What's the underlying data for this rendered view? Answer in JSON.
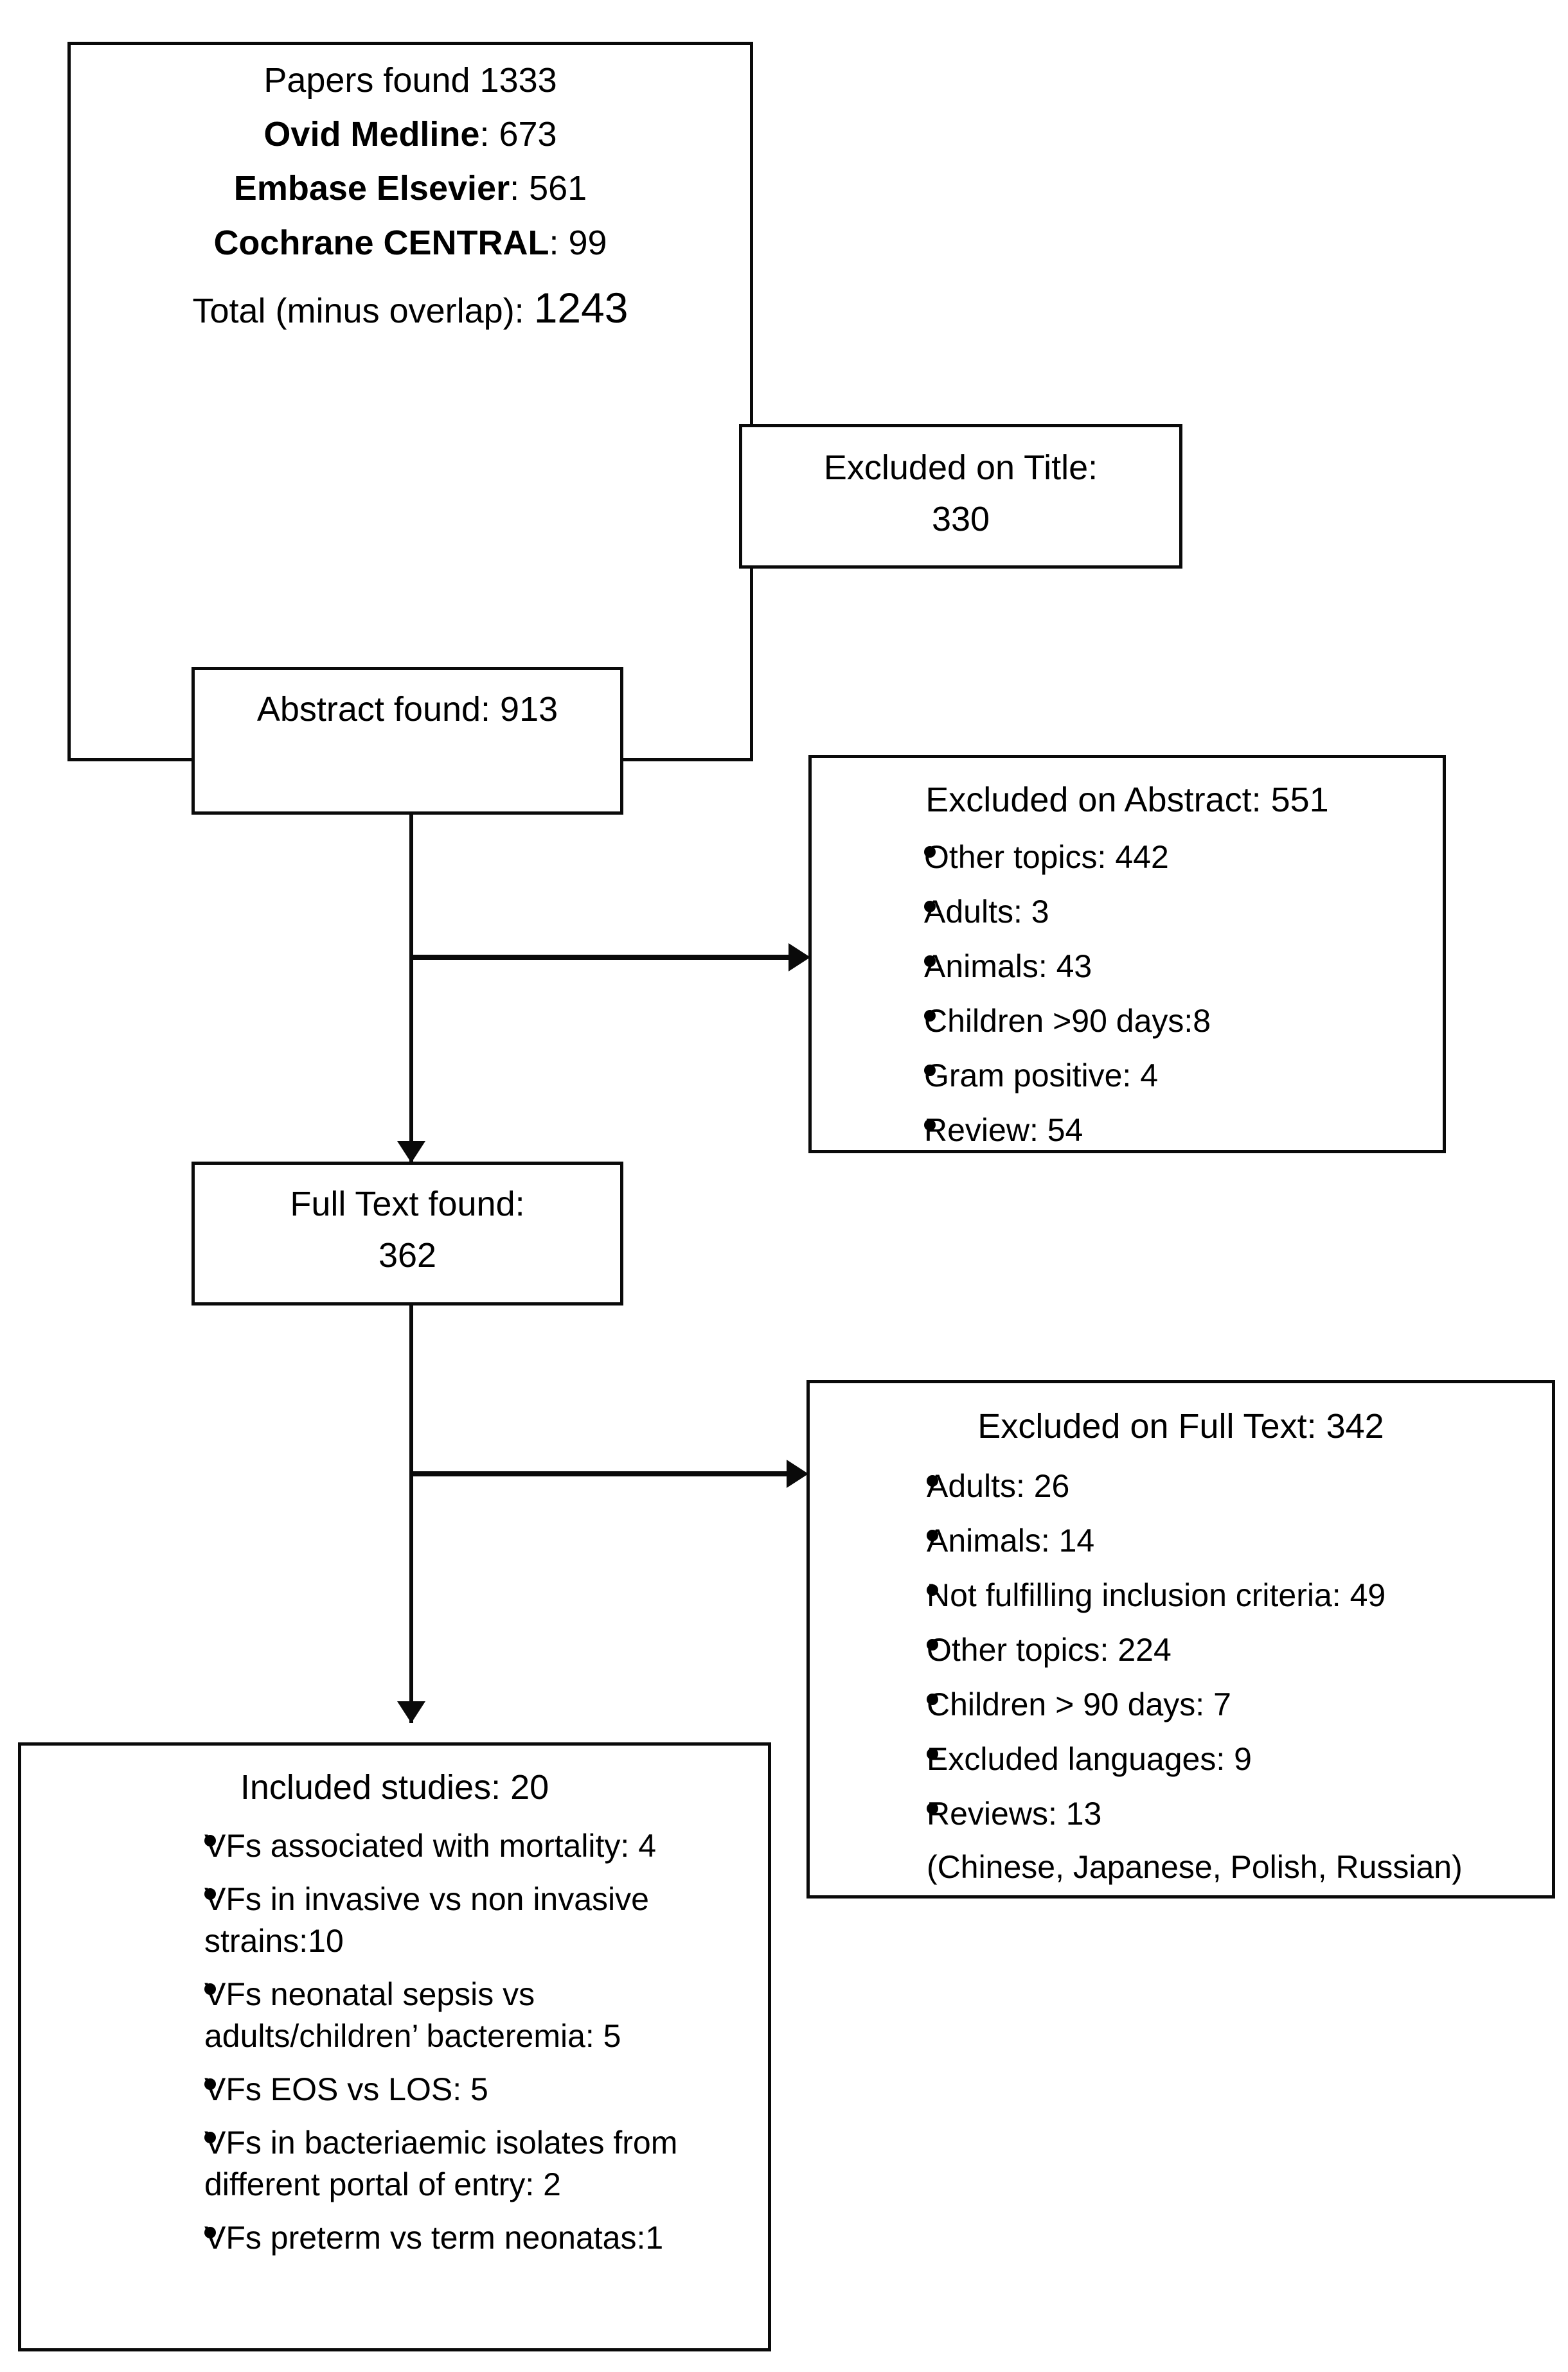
{
  "diagram": {
    "type": "prisma-flow-diagram",
    "nodes": {
      "records_identified": {
        "lines": [
          {
            "label": "Papers found 1333",
            "bold_prefix": ""
          },
          {
            "bold_prefix": "Ovid Medline",
            "rest": ": 673"
          },
          {
            "bold_prefix": "Embase Elsevier",
            "rest": ": 561"
          },
          {
            "bold_prefix": "Cochrane CENTRAL",
            "rest": ": 99"
          },
          {
            "bold_prefix": "",
            "rest": "Total (minus overlap): 1243"
          }
        ],
        "l1": "Papers found 1333",
        "l2_bold": "Ovid Medline",
        "l2_rest": ": 673",
        "l3_bold": "Embase Elsevier",
        "l3_rest": ": 561",
        "l4_bold": "Cochrane CENTRAL",
        "l4_rest": ": 99",
        "l5_pre": "Total (minus overlap): ",
        "l5_num": "1243"
      },
      "excluded_title": {
        "line1": "Excluded on Title:",
        "line2": "330",
        "count": 330
      },
      "abstract_found": {
        "line1": "Abstract found: 913",
        "count": 913
      },
      "excluded_abstract": {
        "header": "Excluded on Abstract: 551",
        "count": 551,
        "items": [
          "Other topics: 442",
          "Adults: 3",
          "Animals: 43",
          "Children >90 days:8",
          "Gram positive: 4",
          "Review: 54"
        ]
      },
      "fulltext_found": {
        "line1": "Full Text found:",
        "line2": "362",
        "count": 362
      },
      "excluded_fulltext": {
        "header": "Excluded on Full Text: 342",
        "count": 342,
        "items": [
          "Adults: 26",
          "Animals: 14",
          "Not fulfilling inclusion criteria: 49",
          "Other topics: 224",
          " Children > 90 days: 7",
          "Excluded languages: 9",
          "Reviews: 13"
        ],
        "footnote": "(Chinese, Japanese, Polish, Russian)"
      },
      "included_studies": {
        "header": "Included studies: 20",
        "count": 20,
        "items": [
          "VFs associated with mortality: 4",
          "VFs in invasive vs non invasive strains:10",
          "VFs neonatal sepsis vs adults/children’ bacteremia: 5",
          "VFs EOS vs LOS: 5",
          "VFs in bacteriaemic isolates from different portal of entry: 2",
          "VFs preterm vs term neonatas:1"
        ]
      }
    },
    "colors": {
      "stroke": "#0a0a0a",
      "background": "#ffffff",
      "text": "#000000"
    }
  }
}
